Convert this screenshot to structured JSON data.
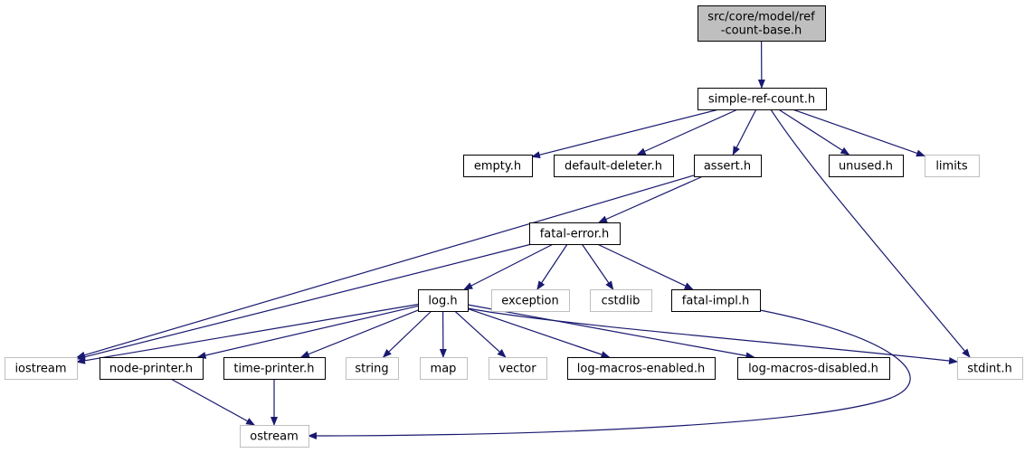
{
  "colors": {
    "edge": "#191970",
    "root_fill": "#bfbfbf",
    "node_border": "#000000",
    "external_border": "#bfbfbf",
    "text": "#000000"
  },
  "nodes": [
    {
      "id": "ref-count-base",
      "lines": [
        "src/core/model/ref",
        "-count-base.h"
      ],
      "kind": "root"
    },
    {
      "id": "simple-ref-count",
      "lines": [
        "simple-ref-count.h"
      ],
      "kind": "documented"
    },
    {
      "id": "empty",
      "lines": [
        "empty.h"
      ],
      "kind": "documented"
    },
    {
      "id": "default-deleter",
      "lines": [
        "default-deleter.h"
      ],
      "kind": "documented"
    },
    {
      "id": "assert",
      "lines": [
        "assert.h"
      ],
      "kind": "documented"
    },
    {
      "id": "unused",
      "lines": [
        "unused.h"
      ],
      "kind": "documented"
    },
    {
      "id": "limits",
      "lines": [
        "limits"
      ],
      "kind": "external"
    },
    {
      "id": "fatal-error",
      "lines": [
        "fatal-error.h"
      ],
      "kind": "documented"
    },
    {
      "id": "log",
      "lines": [
        "log.h"
      ],
      "kind": "documented"
    },
    {
      "id": "exception",
      "lines": [
        "exception"
      ],
      "kind": "external"
    },
    {
      "id": "cstdlib",
      "lines": [
        "cstdlib"
      ],
      "kind": "external"
    },
    {
      "id": "fatal-impl",
      "lines": [
        "fatal-impl.h"
      ],
      "kind": "documented"
    },
    {
      "id": "iostream",
      "lines": [
        "iostream"
      ],
      "kind": "external"
    },
    {
      "id": "node-printer",
      "lines": [
        "node-printer.h"
      ],
      "kind": "documented"
    },
    {
      "id": "time-printer",
      "lines": [
        "time-printer.h"
      ],
      "kind": "documented"
    },
    {
      "id": "string",
      "lines": [
        "string"
      ],
      "kind": "external"
    },
    {
      "id": "map",
      "lines": [
        "map"
      ],
      "kind": "external"
    },
    {
      "id": "vector",
      "lines": [
        "vector"
      ],
      "kind": "external"
    },
    {
      "id": "log-macros-enabled",
      "lines": [
        "log-macros-enabled.h"
      ],
      "kind": "documented"
    },
    {
      "id": "log-macros-disabled",
      "lines": [
        "log-macros-disabled.h"
      ],
      "kind": "documented"
    },
    {
      "id": "stdint",
      "lines": [
        "stdint.h"
      ],
      "kind": "external"
    },
    {
      "id": "ostream",
      "lines": [
        "ostream"
      ],
      "kind": "external"
    }
  ],
  "edges": [
    {
      "from": "ref-count-base",
      "to": "simple-ref-count"
    },
    {
      "from": "simple-ref-count",
      "to": "empty"
    },
    {
      "from": "simple-ref-count",
      "to": "default-deleter"
    },
    {
      "from": "simple-ref-count",
      "to": "assert"
    },
    {
      "from": "simple-ref-count",
      "to": "unused"
    },
    {
      "from": "simple-ref-count",
      "to": "limits"
    },
    {
      "from": "simple-ref-count",
      "to": "stdint"
    },
    {
      "from": "assert",
      "to": "fatal-error"
    },
    {
      "from": "assert",
      "to": "iostream"
    },
    {
      "from": "fatal-error",
      "to": "log"
    },
    {
      "from": "fatal-error",
      "to": "exception"
    },
    {
      "from": "fatal-error",
      "to": "cstdlib"
    },
    {
      "from": "fatal-error",
      "to": "fatal-impl"
    },
    {
      "from": "fatal-error",
      "to": "iostream"
    },
    {
      "from": "fatal-impl",
      "to": "ostream"
    },
    {
      "from": "log",
      "to": "iostream"
    },
    {
      "from": "log",
      "to": "node-printer"
    },
    {
      "from": "log",
      "to": "time-printer"
    },
    {
      "from": "log",
      "to": "string"
    },
    {
      "from": "log",
      "to": "map"
    },
    {
      "from": "log",
      "to": "vector"
    },
    {
      "from": "log",
      "to": "log-macros-enabled"
    },
    {
      "from": "log",
      "to": "log-macros-disabled"
    },
    {
      "from": "log",
      "to": "stdint"
    },
    {
      "from": "node-printer",
      "to": "ostream"
    },
    {
      "from": "time-printer",
      "to": "ostream"
    }
  ]
}
